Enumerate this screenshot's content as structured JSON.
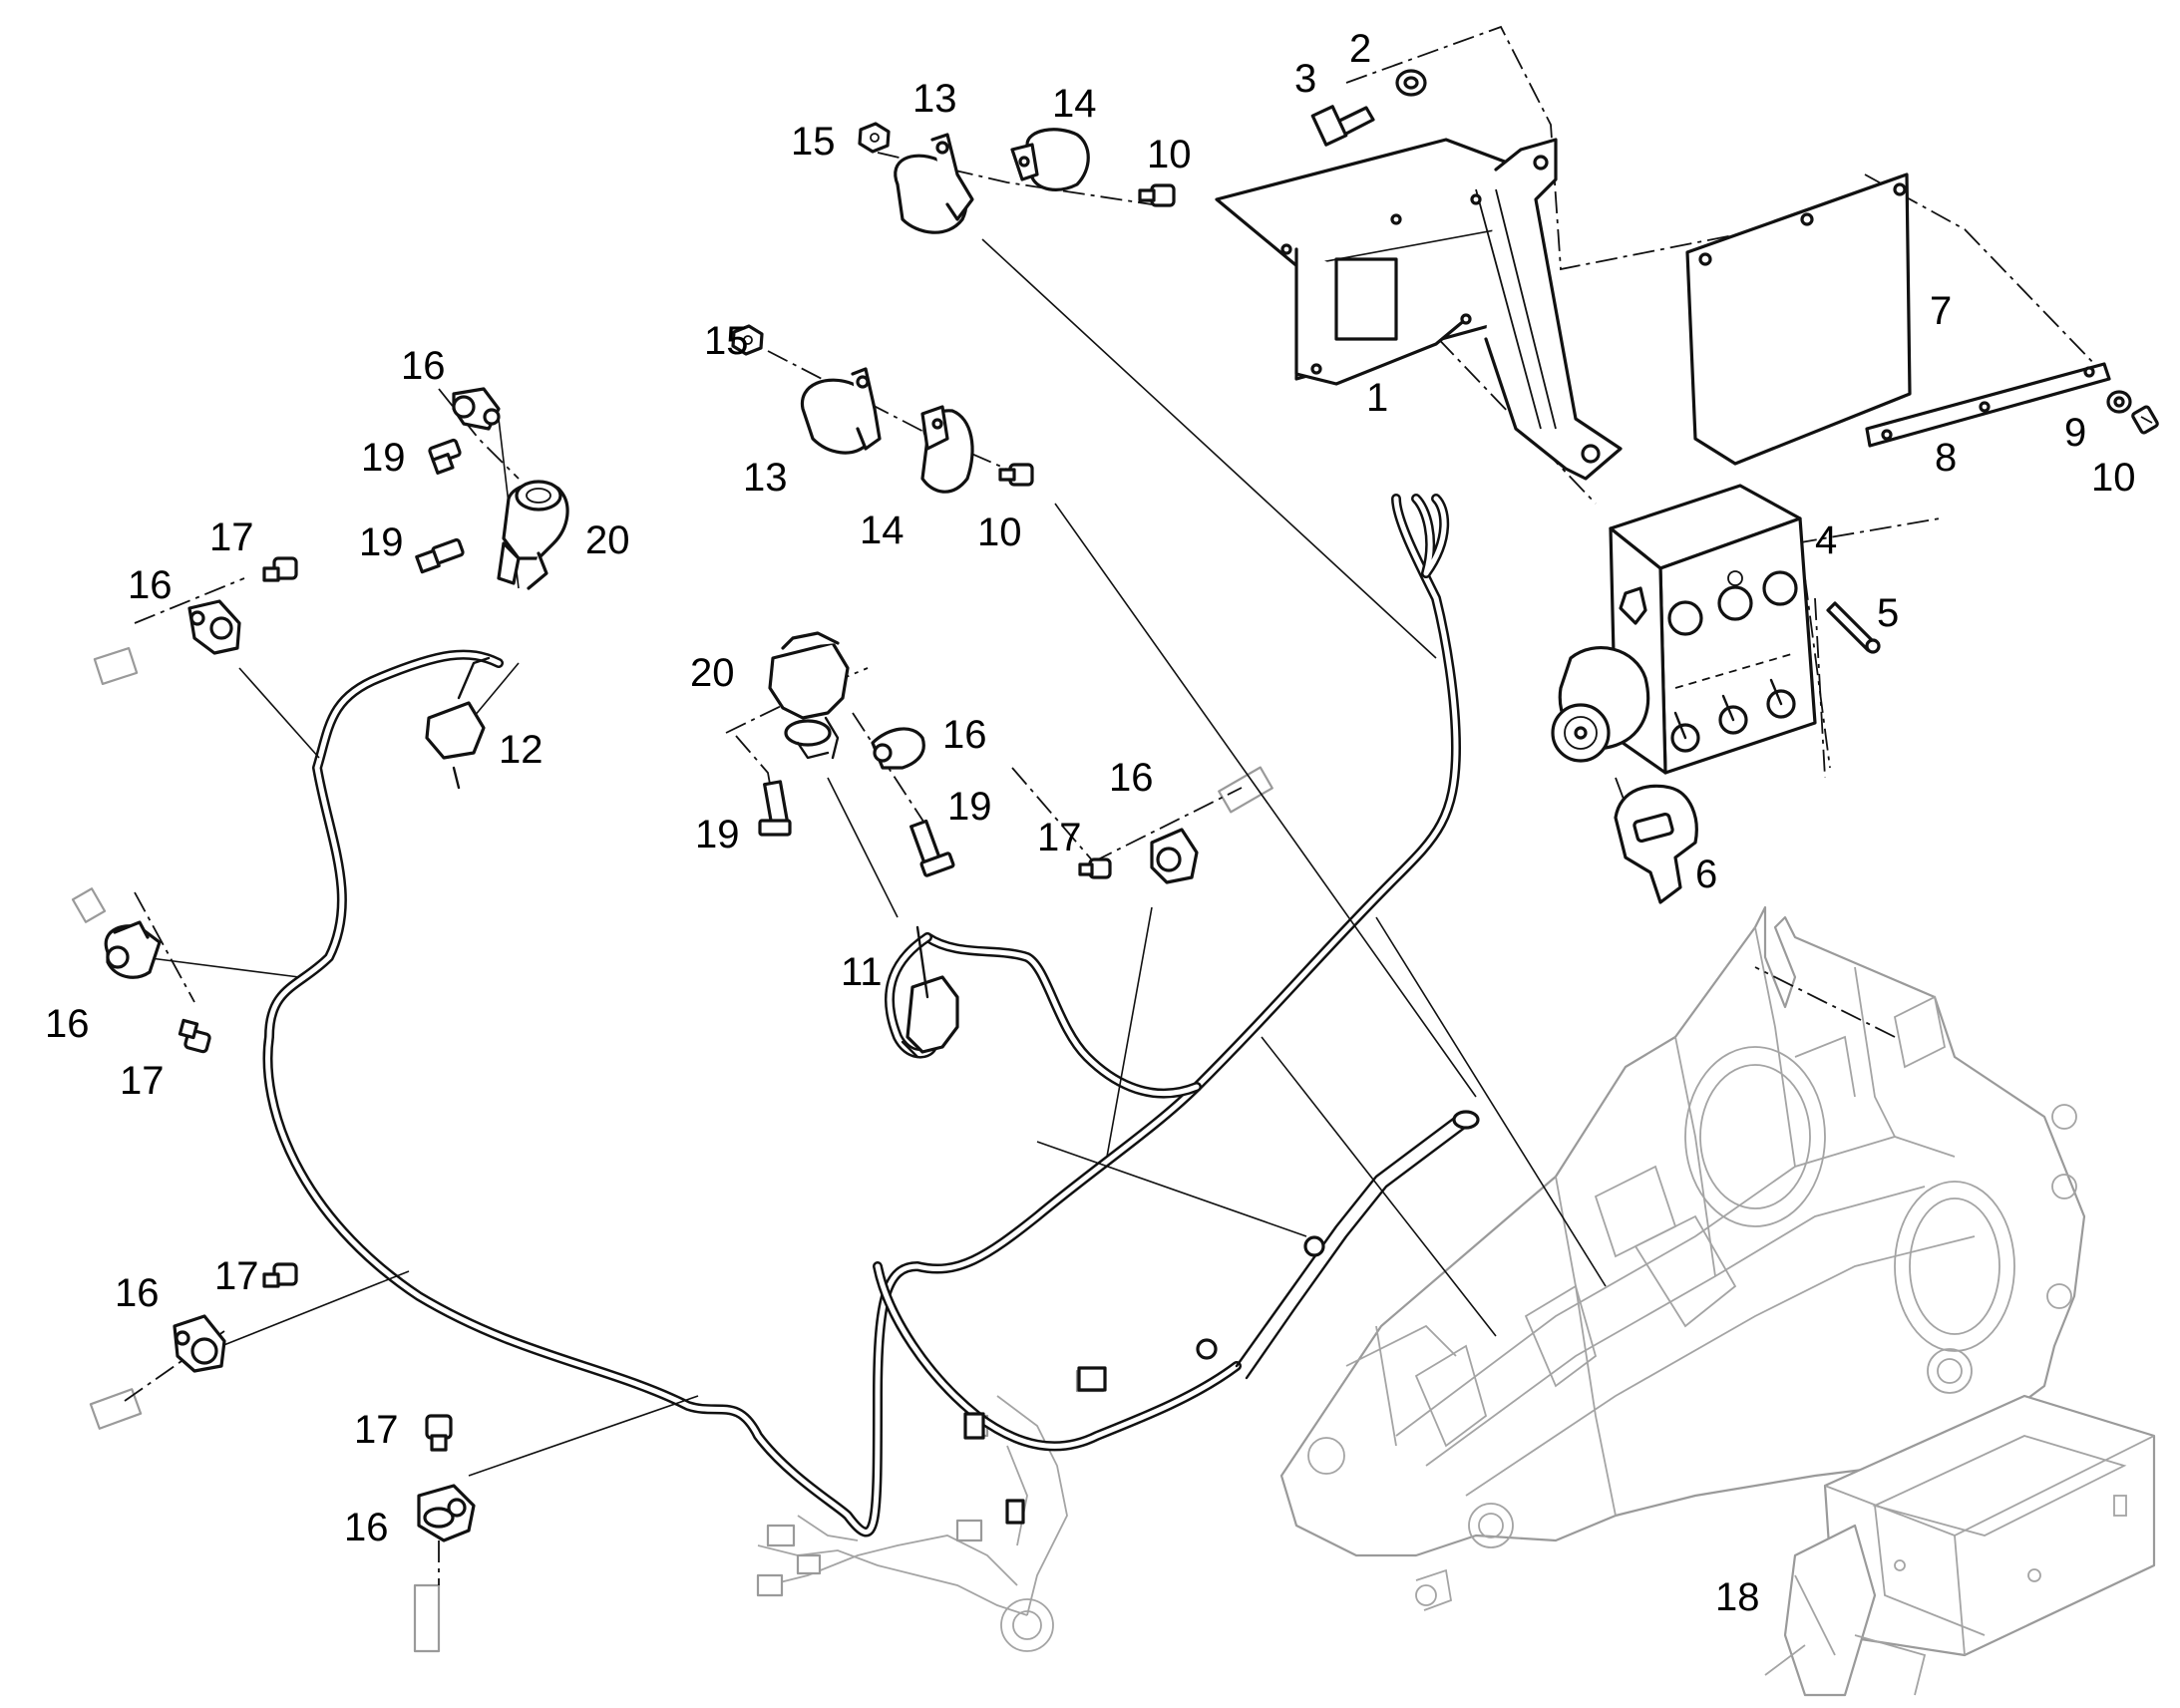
{
  "callouts": [
    {
      "id": "c1",
      "text": "1"
    },
    {
      "id": "c2",
      "text": "2"
    },
    {
      "id": "c3",
      "text": "3"
    },
    {
      "id": "c4",
      "text": "4"
    },
    {
      "id": "c5",
      "text": "5"
    },
    {
      "id": "c6",
      "text": "6"
    },
    {
      "id": "c7",
      "text": "7"
    },
    {
      "id": "c8",
      "text": "8"
    },
    {
      "id": "c9",
      "text": "9"
    },
    {
      "id": "c10a",
      "text": "10"
    },
    {
      "id": "c10b",
      "text": "10"
    },
    {
      "id": "c10c",
      "text": "10"
    },
    {
      "id": "c11",
      "text": "11"
    },
    {
      "id": "c12",
      "text": "12"
    },
    {
      "id": "c13a",
      "text": "13"
    },
    {
      "id": "c13b",
      "text": "13"
    },
    {
      "id": "c14a",
      "text": "14"
    },
    {
      "id": "c14b",
      "text": "14"
    },
    {
      "id": "c15a",
      "text": "15"
    },
    {
      "id": "c15b",
      "text": "15"
    },
    {
      "id": "c16a",
      "text": "16"
    },
    {
      "id": "c16b",
      "text": "16"
    },
    {
      "id": "c16c",
      "text": "16"
    },
    {
      "id": "c16d",
      "text": "16"
    },
    {
      "id": "c16e",
      "text": "16"
    },
    {
      "id": "c16f",
      "text": "16"
    },
    {
      "id": "c16g",
      "text": "16"
    },
    {
      "id": "c17a",
      "text": "17"
    },
    {
      "id": "c17b",
      "text": "17"
    },
    {
      "id": "c17c",
      "text": "17"
    },
    {
      "id": "c17d",
      "text": "17"
    },
    {
      "id": "c17e",
      "text": "17"
    },
    {
      "id": "c18",
      "text": "18"
    },
    {
      "id": "c19a",
      "text": "19"
    },
    {
      "id": "c19b",
      "text": "19"
    },
    {
      "id": "c19c",
      "text": "19"
    },
    {
      "id": "c19d",
      "text": "19"
    },
    {
      "id": "c20a",
      "text": "20"
    },
    {
      "id": "c20b",
      "text": "20"
    }
  ]
}
